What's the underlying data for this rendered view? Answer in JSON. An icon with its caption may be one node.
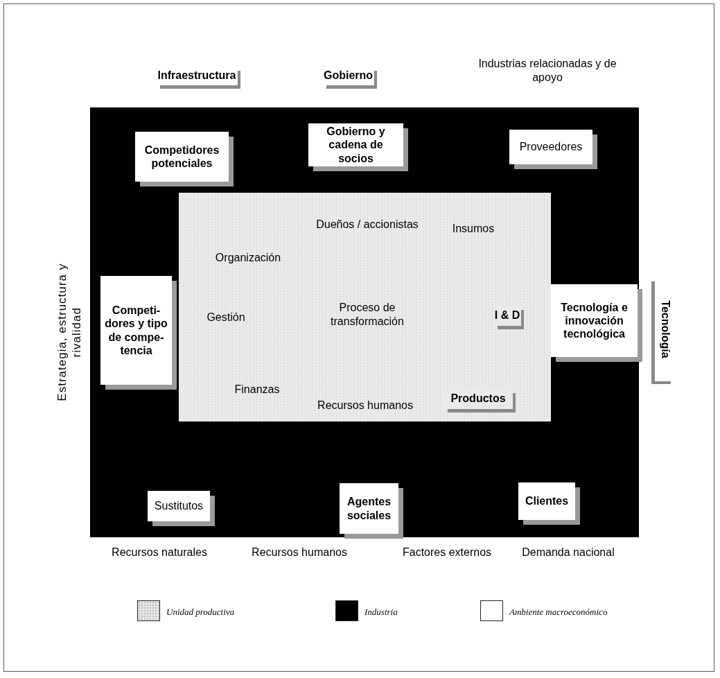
{
  "diagram": {
    "nodes": [
      {
        "text": [],
        "shape": "box"
      },
      {
        "text": [],
        "shape": "box",
        "in": 0
      },
      {
        "text": [
          "Competidores potenciales"
        ],
        "in": 0
      },
      {
        "text": [
          "Gobierno y cadena de socios"
        ],
        "in": 0
      },
      {
        "text": [
          "Proveedores"
        ],
        "in": 0
      },
      {
        "text": [
          "Competi- dores y tipo de compe- tencia"
        ],
        "in": 0
      },
      {
        "text": [
          "Tecnología e innovación tecnológica"
        ],
        "in": 0
      },
      {
        "text": [
          "Sustitutos"
        ],
        "in": 0
      },
      {
        "text": [
          "Agentes sociales"
        ],
        "in": 0
      },
      {
        "text": [
          "Clientes"
        ],
        "in": 0
      },
      {
        "text": [
          "I & D"
        ],
        "in": 1
      },
      {
        "text": [
          "Productos"
        ],
        "in": 1
      },
      {
        "text": [
          "Infraestructura"
        ]
      },
      {
        "text": [
          "Gobierno"
        ]
      },
      {
        "text": [
          "Tecnología"
        ]
      }
    ],
    "edges": [],
    "labels": [
      "Industrias relacionadas y de apoyo",
      "Estrategia, estructura y rivalidad",
      "Organización",
      "Dueños / accionistas",
      "Insumos",
      "Gestión",
      "Proceso de transformación",
      "Finanzas",
      "Recursos humanos",
      "Recursos naturales",
      "Recursos humanos",
      "Factores externos",
      "Demanda nacional"
    ],
    "legend": [
      {
        "text": "Unidad productiva",
        "color": "#e6e6e6"
      },
      {
        "text": "Industria",
        "color": "#000000"
      },
      {
        "text": "Ambiente macroeconómico",
        "color": "#ffffff"
      }
    ]
  }
}
